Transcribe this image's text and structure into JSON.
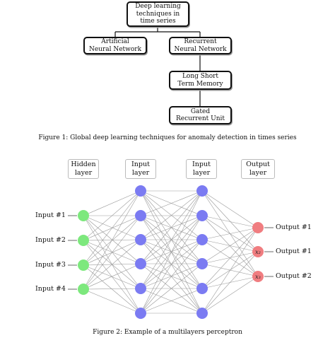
{
  "tree": {
    "root": "Deep learning\ntechniques in\ntime series",
    "left": "Artificial\nNeural Network",
    "right": "Recurrent\nNeural Network",
    "child1": "Long Short\nTerm Memory",
    "child2": "Gated\nRecurrent Unit"
  },
  "figure1_caption": "Figure 1: Global deep learning techniques for anomaly detection in times series",
  "mlp": {
    "layer_labels": [
      "Hidden\nlayer",
      "Input\nlayer",
      "Input\nlayer",
      "Output\nlayer"
    ],
    "inputs": [
      "Input #1",
      "Input #2",
      "Input #3",
      "Input #4"
    ],
    "outputs": [
      "Output #1",
      "Output #1",
      "Output #2"
    ],
    "output_node_labels": [
      "",
      "x₂",
      "x₃"
    ],
    "layer_sizes": [
      4,
      6,
      6,
      3
    ],
    "colors": {
      "input": "#7de87d",
      "hidden": "#7b7bf2",
      "output": "#f07d80"
    }
  },
  "figure2_caption": "Figure 2: Example of a multilayers perceptron"
}
